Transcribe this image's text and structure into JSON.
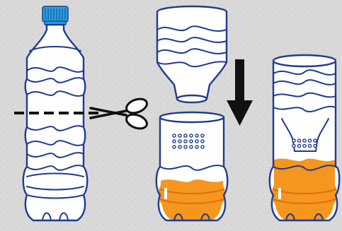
{
  "title": "",
  "colors": {
    "background": "#d9d9d9",
    "background_speckle": "#c9c9c9",
    "bottle_outline": "#1f3b8f",
    "bottle_fill": "#ffffff",
    "cap": "#29a3df",
    "liquid": "#f5961f",
    "liquid_line": "#e06f10",
    "cut_line": "#111111",
    "scissors": "#111111",
    "arrow": "#111111"
  },
  "steps": [
    {
      "name": "whole-bottle",
      "icon": "bottle-with-cap-icon",
      "has_cap": true,
      "has_liquid": false
    },
    {
      "name": "cut",
      "icon": "scissors-icon",
      "line_style": "dashed"
    },
    {
      "name": "invert-top",
      "icon": "down-arrow-icon",
      "holes_rows": 3,
      "holes_cols": 6,
      "liquid_level": 0.38
    },
    {
      "name": "assembled",
      "icon": "assembled-bottle-icon",
      "holes_rows": 2,
      "holes_cols": 5,
      "liquid_level": 0.38
    }
  ]
}
